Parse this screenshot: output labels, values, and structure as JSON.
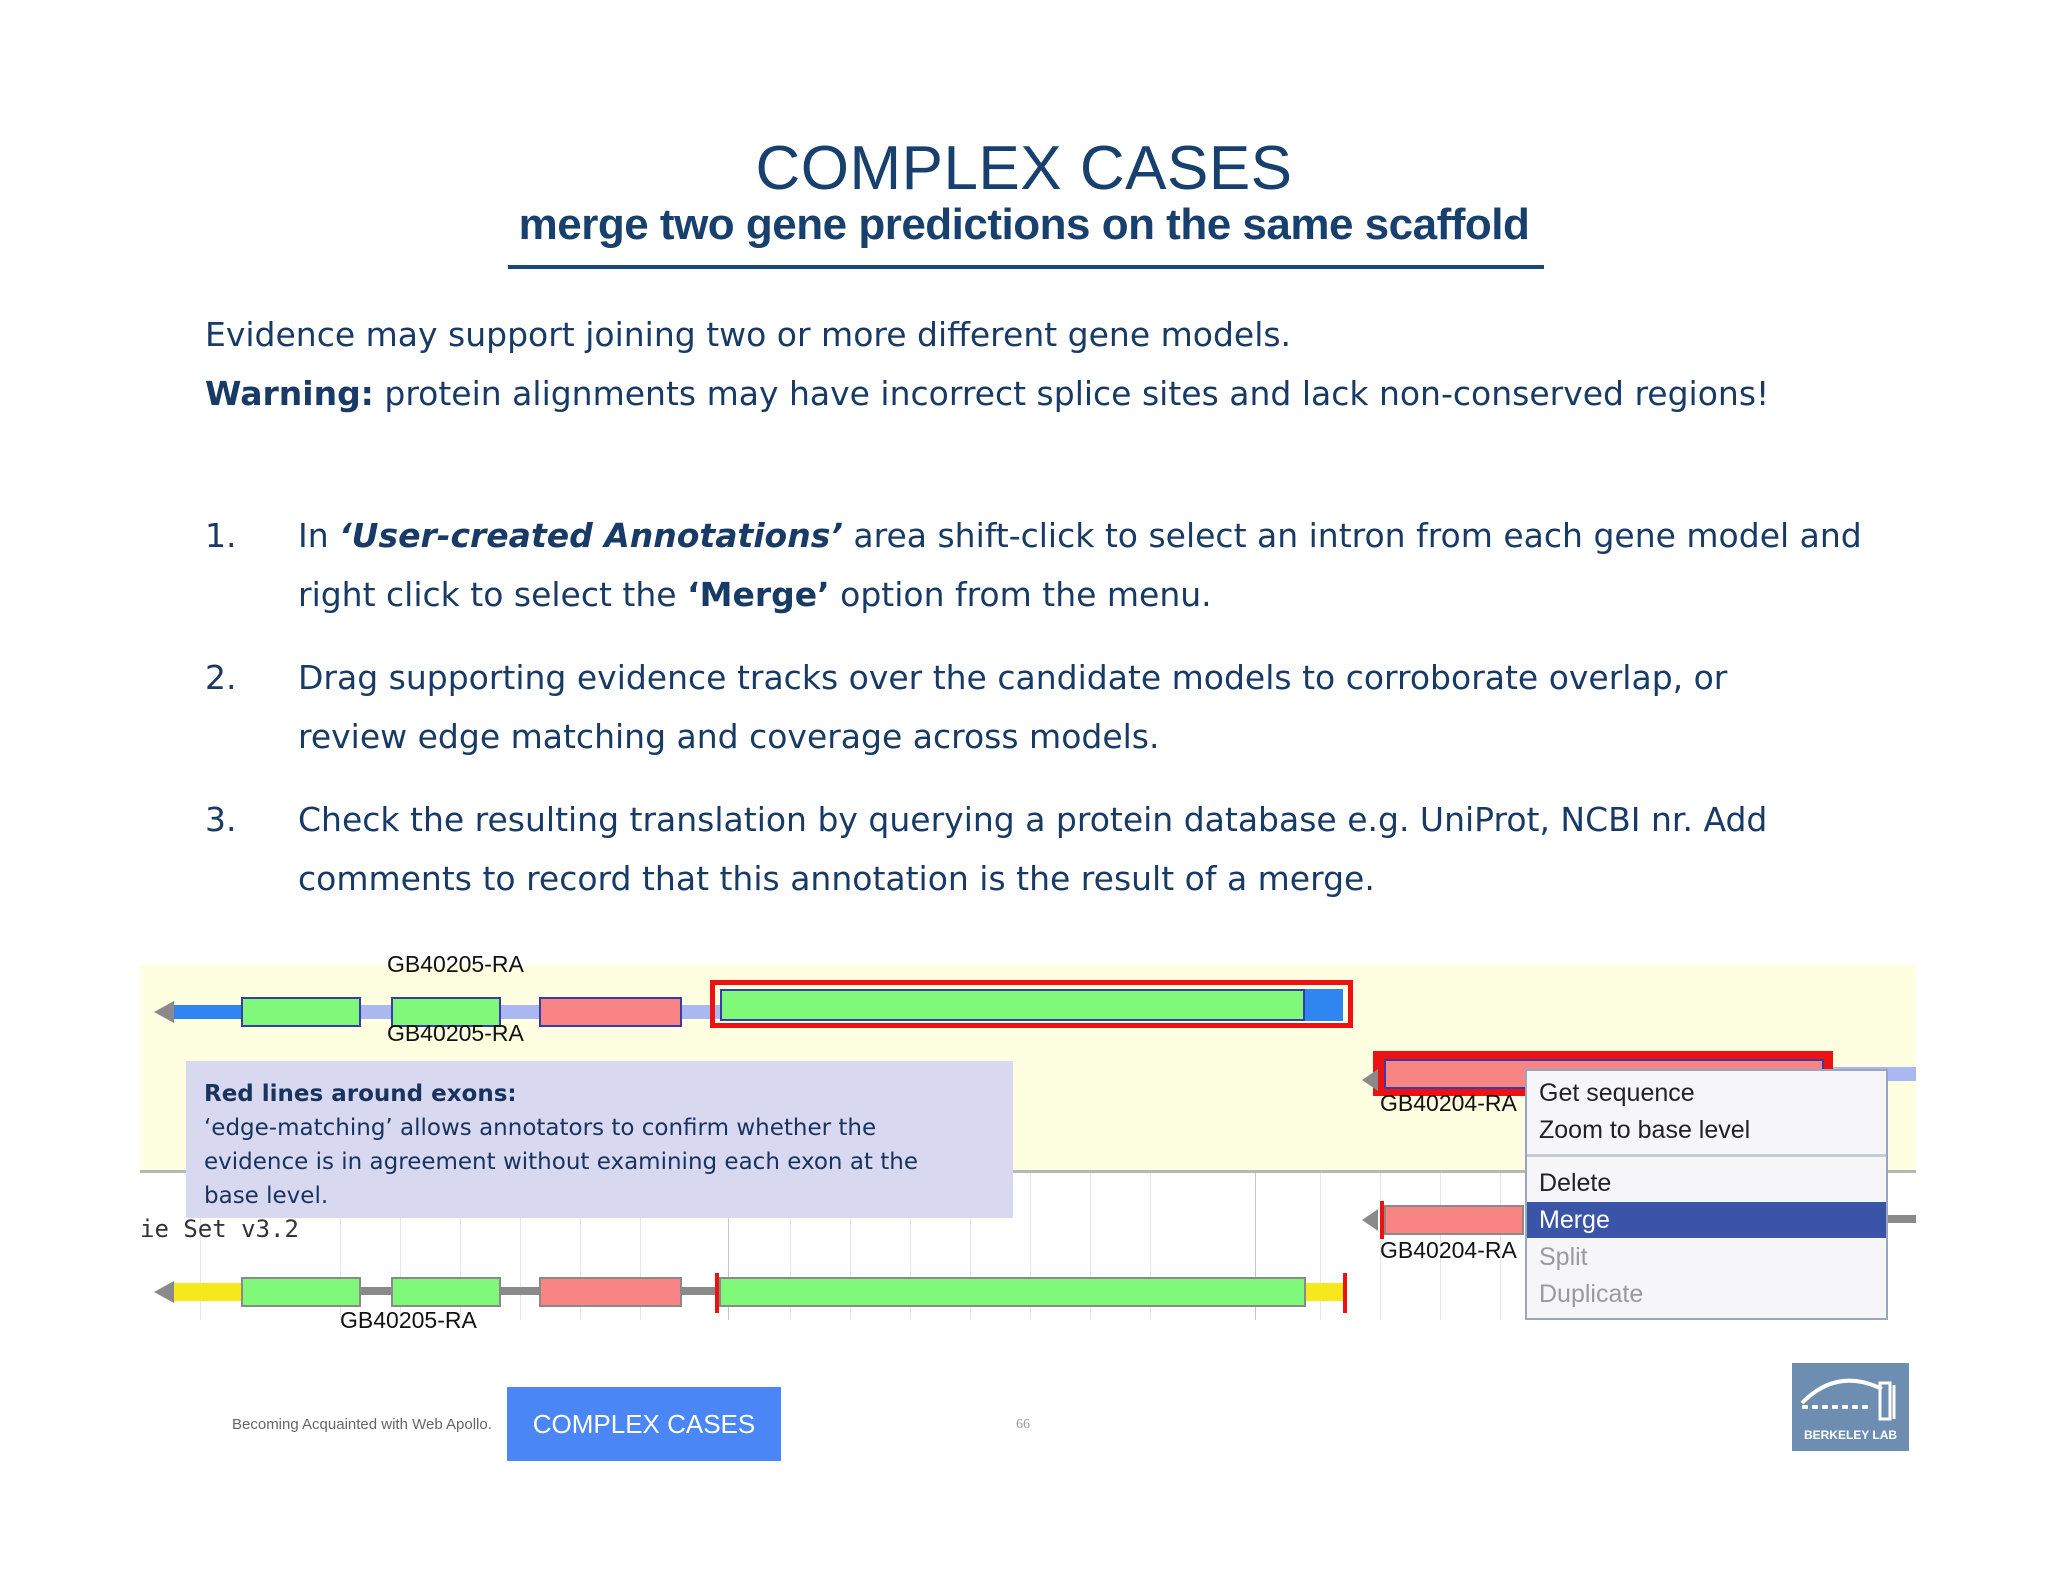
{
  "slide": {
    "title": "COMPLEX CASES",
    "subtitle": "merge two gene predictions on the same scaffold"
  },
  "intro": {
    "line1": "Evidence may support joining two or more different gene models.",
    "warning_label": "Warning:",
    "warning_text": " protein alignments may have incorrect splice sites and lack non-conserved regions!"
  },
  "steps": [
    {
      "number": "1.",
      "line1_a": "In ",
      "line1_b": "‘User-created Annotations’",
      "line1_c": " area shift-click to select an intron from each gene model and",
      "line2_a": "right click to select the ",
      "line2_b": "‘Merge’",
      "line2_c": " option from the menu."
    },
    {
      "number": "2.",
      "line1": "Drag supporting evidence tracks over the candidate models to corroborate overlap, or",
      "line2": "review edge matching and coverage across models."
    },
    {
      "number": "3.",
      "line1": "Check the resulting translation by querying a protein database e.g. UniProt, NCBI nr. Add",
      "line2": "comments to record that this annotation is the result of a merge."
    }
  ],
  "screenshot": {
    "gene_label_top": "GB40205-RA",
    "gene_label_cut_top": "GB40205-RA",
    "gene_label_right_1": "GB40204-RA",
    "gene_label_right_2": "GB40204-RA",
    "gene_label_cut_bottom": "GB40205-RA",
    "track_name": "ie Set v3.2",
    "callout_title": "Red lines around exons:",
    "callout_lines": [
      "‘edge-matching’ allows annotators to confirm whether the",
      "evidence is in agreement without examining each exon at the",
      "base level."
    ],
    "menu": {
      "items": [
        "Get sequence",
        "Zoom to base level",
        "Delete",
        "Merge",
        "Split",
        "Duplicate"
      ],
      "active": "Merge"
    },
    "colors": {
      "exon_green": "#80f97a",
      "exon_pink": "#f88484",
      "edge_match_red": "#ee1111",
      "menu_active": "#3a54a8"
    }
  },
  "footer": {
    "course": "Becoming Acquainted with Web Apollo.",
    "section_tab": "COMPLEX CASES",
    "page": "66",
    "logo_text": "BERKELEY LAB"
  }
}
